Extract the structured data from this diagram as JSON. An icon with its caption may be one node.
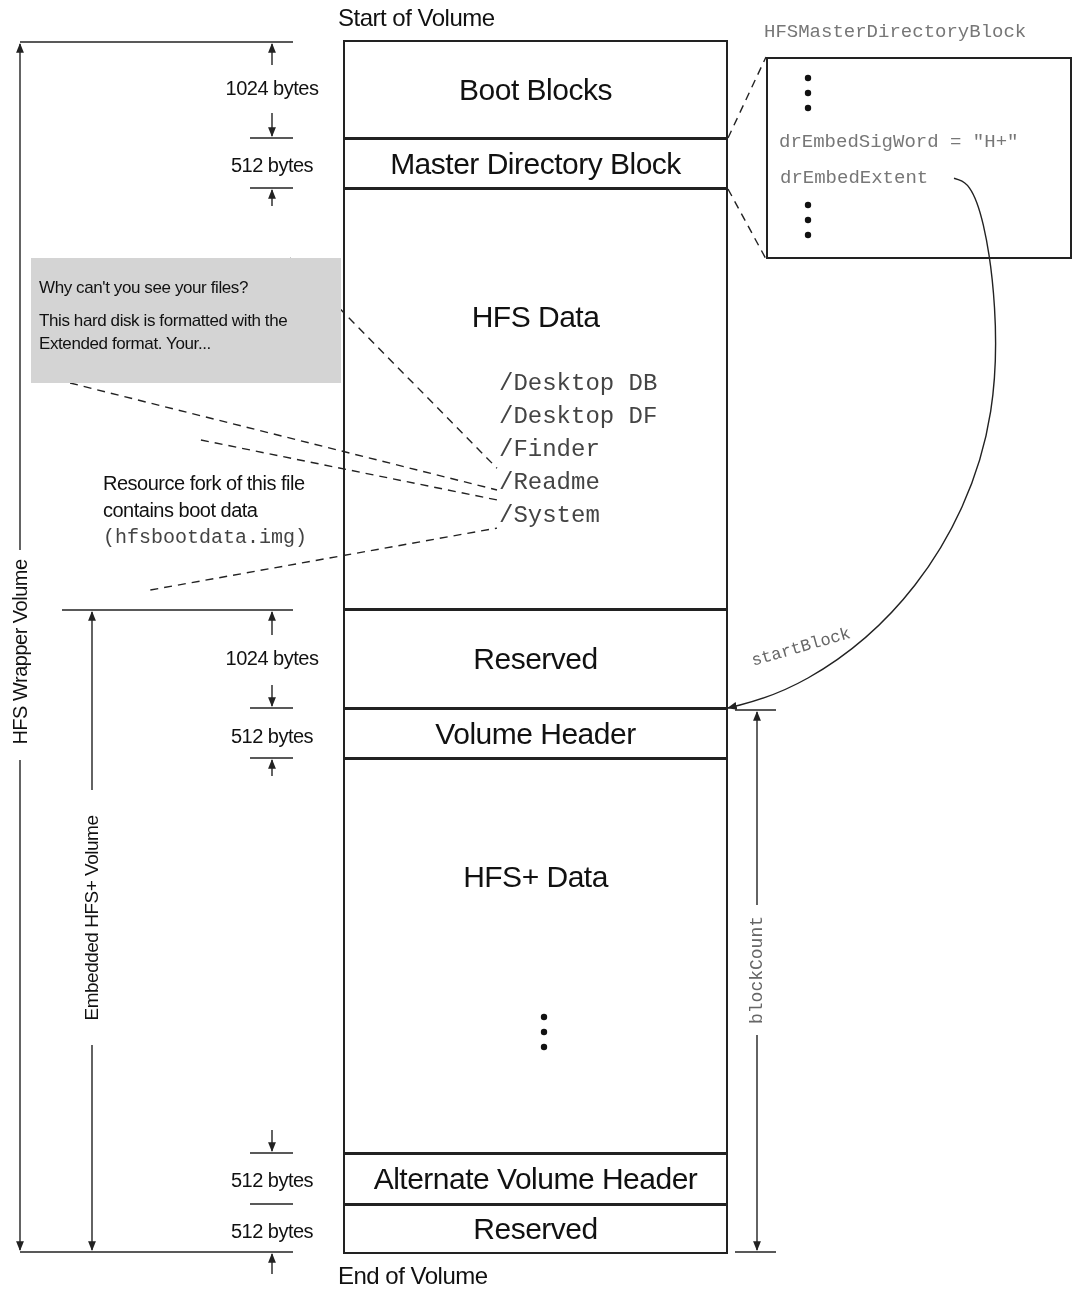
{
  "diagram": {
    "nodes": [
      {
        "text": [
          "Boot Blocks"
        ]
      },
      {
        "text": [
          "Master Directory Block"
        ]
      },
      {
        "text": [
          "HFS Data"
        ]
      },
      {
        "text": [
          "/Desktop DB"
        ],
        "in": 2
      },
      {
        "text": [
          "/Desktop DF"
        ],
        "in": 2
      },
      {
        "text": [
          "/Finder"
        ],
        "in": 2
      },
      {
        "text": [
          "/Readme"
        ],
        "in": 2
      },
      {
        "text": [
          "/System"
        ],
        "in": 2
      },
      {
        "text": [
          "Reserved"
        ]
      },
      {
        "text": [
          "Volume Header"
        ]
      },
      {
        "text": [
          "HFS+ Data"
        ]
      },
      {
        "text": [
          "Alternate Volume Header"
        ]
      },
      {
        "text": [
          "Reserved"
        ]
      },
      {
        "text": [
          "HFSMasterDirectoryBlock",
          "drEmbedSigWord = \"H+\""
        ]
      },
      {
        "text": [
          "drEmbedExtent"
        ],
        "in": 13
      },
      {
        "text": [
          "Why can't you see your files?",
          "This hard disk is formatted with the Extended format. Your..."
        ]
      },
      {
        "text": [
          "Resource fork of this file contains boot data",
          "(hfsbootdata.img)"
        ]
      }
    ],
    "edges": [
      {
        "from": 15,
        "to": 6,
        "arrow": "none",
        "style": "dashed"
      },
      {
        "from": 15,
        "to": 6,
        "arrow": "none",
        "style": "dashed"
      },
      {
        "from": 16,
        "to": 7,
        "arrow": "none",
        "style": "dashed"
      },
      {
        "from": 16,
        "to": 7,
        "arrow": "none",
        "style": "dashed"
      },
      {
        "from": 1,
        "to": 13,
        "arrow": "none",
        "style": "dashed"
      },
      {
        "from": 1,
        "to": 13,
        "arrow": "none",
        "style": "dashed"
      },
      {
        "from": 14,
        "to": 9,
        "arrow": "to",
        "label": "startBlock"
      }
    ],
    "labels": [
      "Start of Volume",
      "1024 bytes",
      "512 bytes",
      "HFS Wrapper Volume",
      "1024 bytes",
      "512 bytes",
      "Embedded HFS+ Volume",
      "blockCount",
      "512 bytes",
      "512 bytes",
      "End of Volume"
    ]
  }
}
